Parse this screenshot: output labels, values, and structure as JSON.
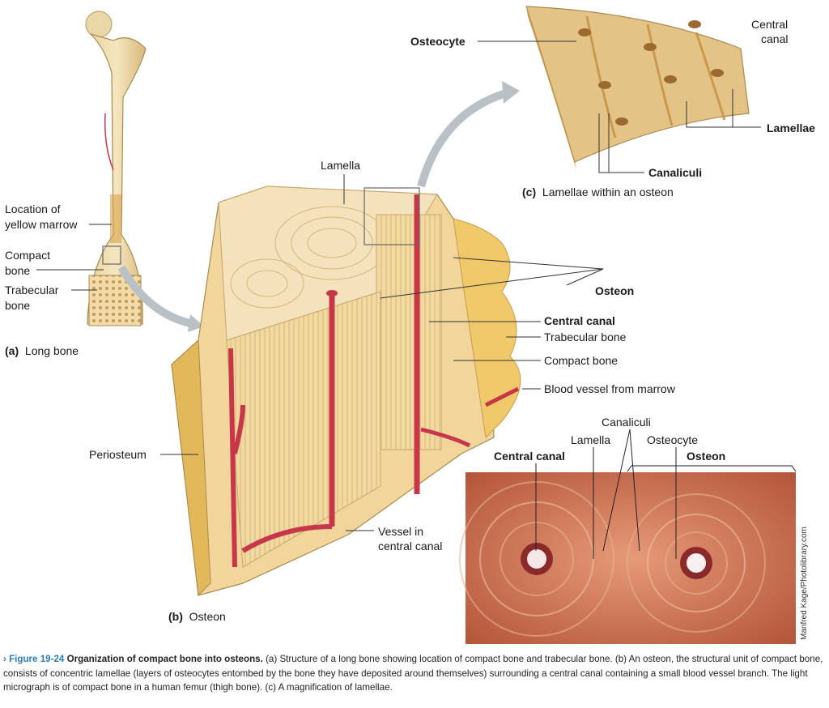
{
  "labels": {
    "location_yellow_marrow_1": "Location of",
    "location_yellow_marrow_2": "yellow marrow",
    "compact_bone_1": "Compact",
    "compact_bone_2": "bone",
    "trabecular_bone_1": "Trabecular",
    "trabecular_bone_2": "bone",
    "panel_a_letter": "(a)",
    "panel_a_name": "Long bone",
    "lamella_b": "Lamella",
    "osteon_b": "Osteon",
    "central_canal_b": "Central canal",
    "trabecular_bone_b": "Trabecular bone",
    "compact_bone_b": "Compact bone",
    "blood_vessel": "Blood vessel from marrow",
    "periosteum": "Periosteum",
    "vessel_in_1": "Vessel in",
    "vessel_in_2": "central canal",
    "panel_b_letter": "(b)",
    "panel_b_name": "Osteon",
    "osteocyte_c": "Osteocyte",
    "central_canal_c_1": "Central",
    "central_canal_c_2": "canal",
    "lamellae_c": "Lamellae",
    "canaliculi_c": "Canaliculi",
    "panel_c_letter": "(c)",
    "panel_c_name": "Lamellae within an osteon",
    "micro_central_canal": "Central canal",
    "micro_lamella": "Lamella",
    "micro_canaliculi": "Canaliculi",
    "micro_osteocyte": "Osteocyte",
    "micro_osteon": "Osteon"
  },
  "credit": "Manfred Kage/Photolibrary.com",
  "caption": {
    "figure_number": "› Figure 19-24",
    "title": "Organization of compact bone into osteons.",
    "text": "(a) Structure of a long bone showing location of compact bone and trabecular bone. (b) An osteon, the structural unit of compact bone, consists of concentric lamellae (layers of osteocytes entombed by the bone they have deposited around themselves) surrounding a central canal containing a small blood vessel branch. The light micrograph is of compact bone in a human femur (thigh bone). (c) A magnification of lamellae."
  },
  "colors": {
    "bone": "#e8c98a",
    "bone_dark": "#c99a4e",
    "vessel": "#c8364a",
    "micrograph": "#c86a4a",
    "caption_accent": "#2a7fb8"
  }
}
